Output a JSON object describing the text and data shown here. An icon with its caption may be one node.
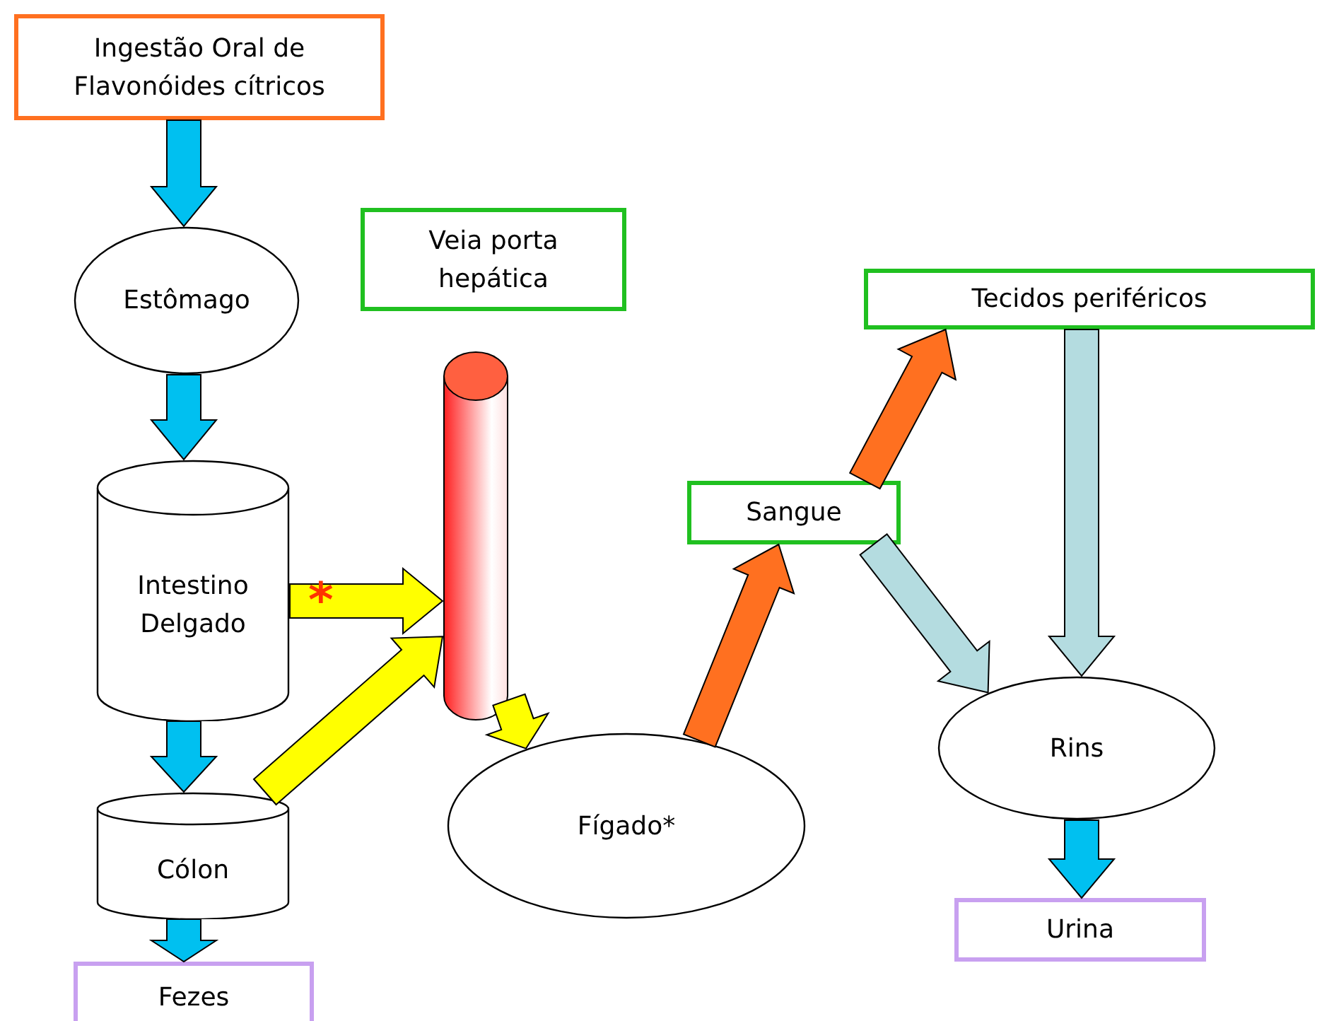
{
  "diagram": {
    "nodes": [
      {
        "text": [
          "Ingestão Oral de Flavonóides cítricos"
        ]
      },
      {
        "text": [
          "Estômago"
        ]
      },
      {
        "text": [
          "Intestino Delgado"
        ]
      },
      {
        "text": [
          "Cólon"
        ]
      },
      {
        "text": [
          "Fezes"
        ]
      },
      {
        "text": [
          "Veia porta hepática"
        ]
      },
      {
        "text": [],
        "shape": "cylinder"
      },
      {
        "text": [
          "Fígado*"
        ]
      },
      {
        "text": [
          "Sangue"
        ]
      },
      {
        "text": [
          "Tecidos periféricos"
        ]
      },
      {
        "text": [
          "Rins"
        ]
      },
      {
        "text": [
          "Urina"
        ]
      }
    ],
    "edges": [
      {
        "from": 0,
        "to": 1,
        "arrow": "to"
      },
      {
        "from": 1,
        "to": 2,
        "arrow": "to"
      },
      {
        "from": 2,
        "to": 3,
        "arrow": "to"
      },
      {
        "from": 3,
        "to": 4,
        "arrow": "to"
      },
      {
        "from": 2,
        "to": 6,
        "arrow": "to",
        "color": "#ffff00"
      },
      {
        "from": 3,
        "to": 6,
        "arrow": "to",
        "color": "#ffff00"
      },
      {
        "from": 6,
        "to": 7,
        "arrow": "to",
        "color": "#ffff00"
      },
      {
        "from": 7,
        "to": 8,
        "arrow": "to",
        "color": "#ff7020"
      },
      {
        "from": 8,
        "to": 9,
        "arrow": "to",
        "color": "#ff7020"
      },
      {
        "from": 8,
        "to": 10,
        "arrow": "to",
        "color": "#b4dce0"
      },
      {
        "from": 9,
        "to": 10,
        "arrow": "to",
        "color": "#b4dce0"
      },
      {
        "from": 10,
        "to": 11,
        "arrow": "to"
      }
    ],
    "labels": [
      "*"
    ]
  }
}
